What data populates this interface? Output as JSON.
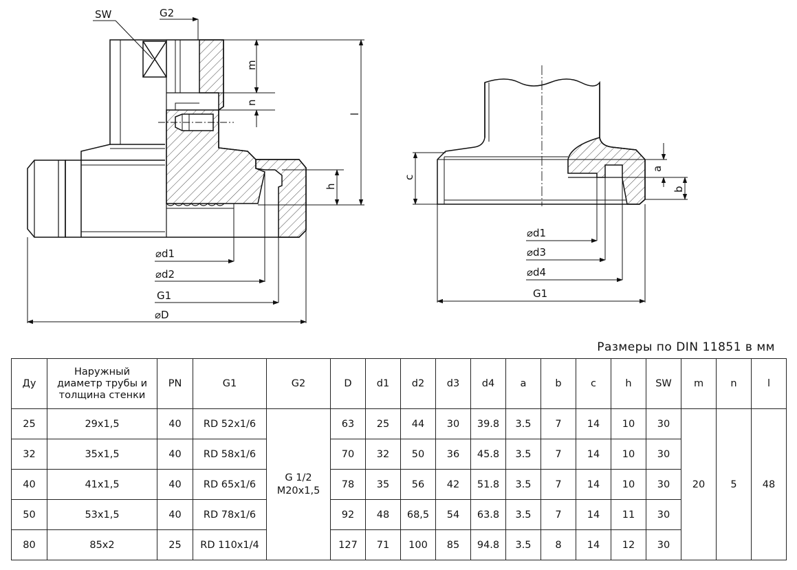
{
  "drawing": {
    "left_labels": {
      "sw": "SW",
      "g2": "G2",
      "m": "m",
      "n": "n",
      "l": "l",
      "h": "h",
      "d1": "⌀d1",
      "d2": "⌀d2",
      "g1": "G1",
      "D": "⌀D"
    },
    "right_labels": {
      "c": "c",
      "a": "a",
      "b": "b",
      "d1": "⌀d1",
      "d3": "⌀d3",
      "d4": "⌀d4",
      "g1": "G1"
    }
  },
  "caption": "Размеры по DIN 11851 в мм",
  "table": {
    "headers": [
      "Ду",
      "Наружный диаметр трубы и толщина стенки",
      "PN",
      "G1",
      "G2",
      "D",
      "d1",
      "d2",
      "d3",
      "d4",
      "a",
      "b",
      "c",
      "h",
      "SW",
      "m",
      "n",
      "l"
    ],
    "g2_merged": "G 1/2\nM20x1,5",
    "m_merged": "20",
    "n_merged": "5",
    "l_merged": "48",
    "rows": [
      {
        "du": "25",
        "pipe": "29x1,5",
        "pn": "40",
        "g1": "RD 52x1/6",
        "D": "63",
        "d1": "25",
        "d2": "44",
        "d3": "30",
        "d4": "39.8",
        "a": "3.5",
        "b": "7",
        "c": "14",
        "h": "10",
        "sw": "30"
      },
      {
        "du": "32",
        "pipe": "35x1,5",
        "pn": "40",
        "g1": "RD 58x1/6",
        "D": "70",
        "d1": "32",
        "d2": "50",
        "d3": "36",
        "d4": "45.8",
        "a": "3.5",
        "b": "7",
        "c": "14",
        "h": "10",
        "sw": "30"
      },
      {
        "du": "40",
        "pipe": "41x1,5",
        "pn": "40",
        "g1": "RD 65x1/6",
        "D": "78",
        "d1": "35",
        "d2": "56",
        "d3": "42",
        "d4": "51.8",
        "a": "3.5",
        "b": "7",
        "c": "14",
        "h": "10",
        "sw": "30"
      },
      {
        "du": "50",
        "pipe": "53x1,5",
        "pn": "40",
        "g1": "RD 78x1/6",
        "D": "92",
        "d1": "48",
        "d2": "68,5",
        "d3": "54",
        "d4": "63.8",
        "a": "3.5",
        "b": "7",
        "c": "14",
        "h": "11",
        "sw": "30"
      },
      {
        "du": "80",
        "pipe": "85x2",
        "pn": "25",
        "g1": "RD 110x1/4",
        "D": "127",
        "d1": "71",
        "d2": "100",
        "d3": "85",
        "d4": "94.8",
        "a": "3.5",
        "b": "8",
        "c": "14",
        "h": "12",
        "sw": "30"
      }
    ]
  }
}
